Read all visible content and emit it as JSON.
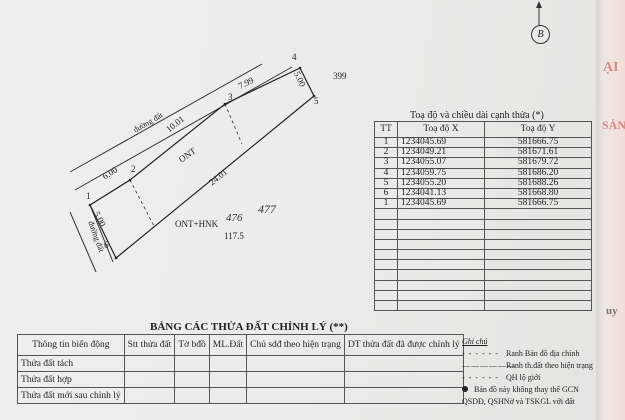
{
  "map": {
    "north_symbol": "B",
    "neighbor_parcel": "399",
    "road_top": "đường đất",
    "road_left": "đường đất",
    "land_type_upper": "ONT",
    "land_type_lower": "ONT+HNK",
    "area": "117.5",
    "handwritten_1": "476",
    "handwritten_2": "477",
    "edge_lengths": {
      "e12": "6.00",
      "e23": "10.01",
      "e34": "7.99",
      "e45": "5.00",
      "e56": "24.01",
      "e61": "5.00"
    },
    "vertices": [
      "1",
      "2",
      "3",
      "4",
      "5",
      "6"
    ]
  },
  "coord_table": {
    "title": "Toạ độ và chiều dài cạnh thửa (*)",
    "headers": [
      "TT",
      "Toạ độ X",
      "Toạ độ Y"
    ],
    "rows": [
      [
        "1",
        "1234045.69",
        "581666.75"
      ],
      [
        "2",
        "1234049.21",
        "581671.61"
      ],
      [
        "3",
        "1234055.07",
        "581679.72"
      ],
      [
        "4",
        "1234059.75",
        "581686.20"
      ],
      [
        "5",
        "1234055.20",
        "581688.26"
      ],
      [
        "6",
        "1234041.13",
        "581668.80"
      ],
      [
        "1",
        "1234045.69",
        "581666.75"
      ]
    ]
  },
  "correction_table": {
    "title": "BẢNG CÁC THỬA ĐẤT CHỈNH LÝ (**)",
    "headers": [
      "Thông tin biến động",
      "Stt thửa đất",
      "Tờ bđồ",
      "ML.Đất",
      "Chủ sdđ theo hiện trạng",
      "DT thửa đất đã được chỉnh lý"
    ],
    "rows": [
      "Thửa đất tách",
      "Thửa đất hợp",
      "Thửa đất mới sau chỉnh lý"
    ]
  },
  "legend": {
    "title": "Ghi chú",
    "items": [
      "Ranh Bản đồ địa chính",
      "Ranh th.đất theo hiện trạng",
      "QH lộ giới",
      "Bản đồ này không thay thế GCN",
      "QSDĐ, QSHNở và TSKGL với đất"
    ]
  },
  "edge_fragments": [
    "ẠI",
    "SẢN",
    "uy"
  ]
}
